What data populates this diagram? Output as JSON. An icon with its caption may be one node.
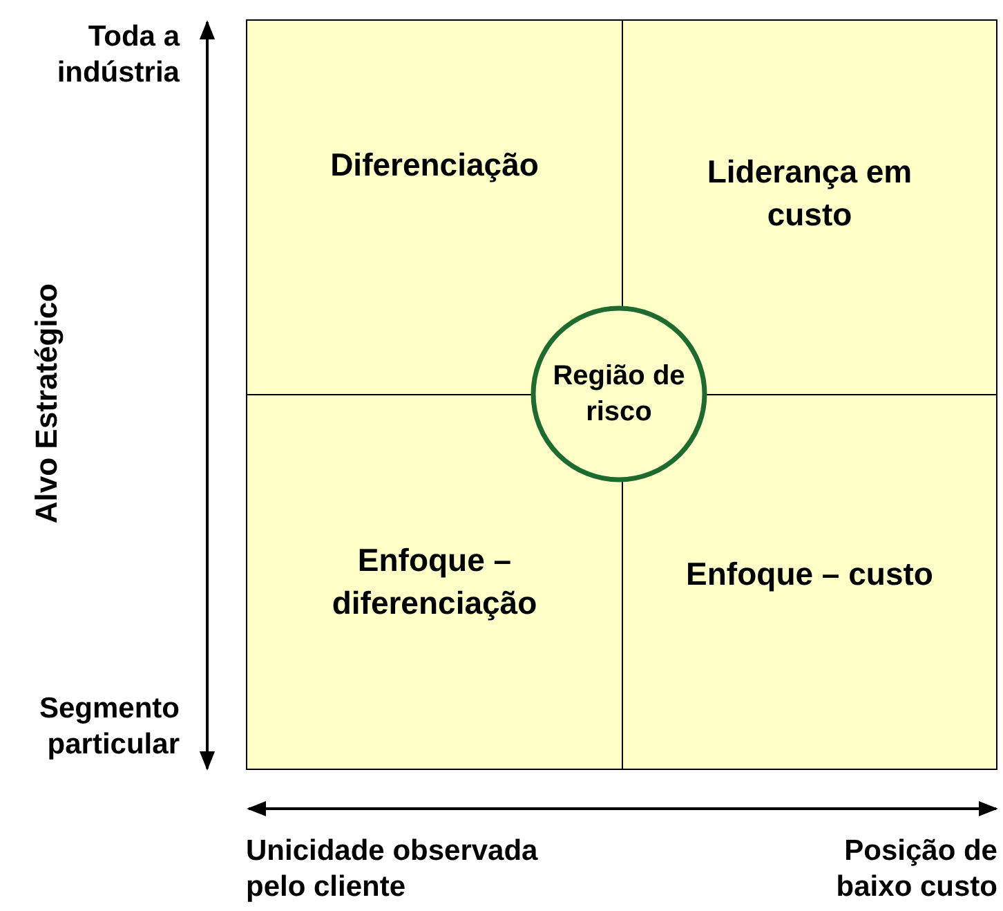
{
  "diagram": {
    "nodes": [
      {
        "text": [
          "Diferenciação"
        ]
      },
      {
        "text": [
          "Liderança em custo"
        ]
      },
      {
        "text": [
          "Enfoque – diferenciação"
        ]
      },
      {
        "text": [
          "Enfoque – custo"
        ]
      },
      {
        "text": [
          "Região de risco"
        ]
      }
    ],
    "labels": [
      "Toda a indústria",
      "Alvo Estratégico",
      "Segmento particular",
      "Unicidade observada pelo cliente",
      "Posição de baixo custo"
    ]
  }
}
